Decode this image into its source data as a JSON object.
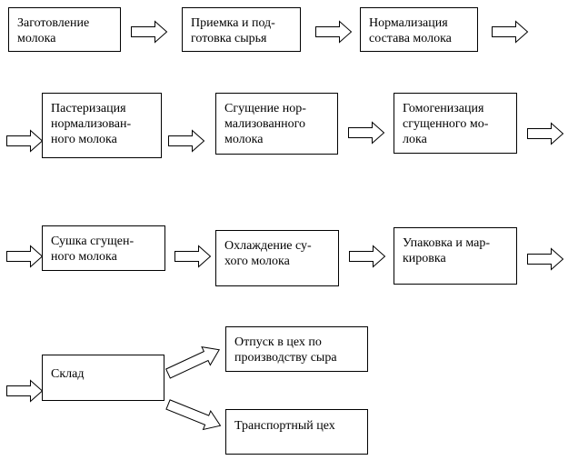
{
  "steps": [
    {
      "lines": [
        "Заготовление",
        "молока"
      ]
    },
    {
      "lines": [
        "Приемка и под-",
        "готовка сырья"
      ]
    },
    {
      "lines": [
        "Нормализация",
        "состава молока"
      ]
    },
    {
      "lines": [
        "Пастеризация",
        "нормализован-",
        "ного молока"
      ]
    },
    {
      "lines": [
        "Сгущение нор-",
        "мализованного",
        "молока"
      ]
    },
    {
      "lines": [
        "Гомогенизация",
        "сгущенного мо-",
        "лока"
      ]
    },
    {
      "lines": [
        "Сушка сгущен-",
        "ного молока"
      ]
    },
    {
      "lines": [
        "Охлаждение су-",
        "хого молока"
      ]
    },
    {
      "lines": [
        "Упаковка и мар-",
        "кировка"
      ]
    },
    {
      "lines": [
        "Склад"
      ]
    }
  ],
  "outputs": [
    {
      "lines": [
        "Отпуск в цех по",
        "производству сыра"
      ]
    },
    {
      "lines": [
        "Транспортный цех"
      ]
    }
  ]
}
